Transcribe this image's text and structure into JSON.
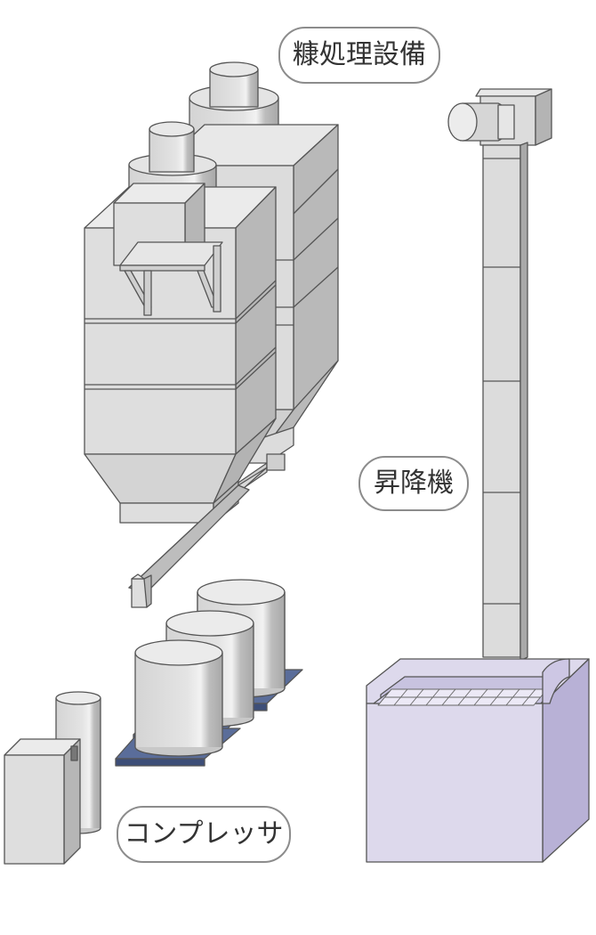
{
  "labels": {
    "bran_processing": "糠処理設備",
    "elevator": "昇降機",
    "compressor": "コンプレッサ"
  },
  "colors": {
    "equipment_fill": "#dcdcdc",
    "equipment_shade": "#b4b4b4",
    "outline": "#555555",
    "pallet": "#5a6d9a",
    "hopper_front": "#ddd9ec",
    "hopper_side": "#b8b1d6"
  }
}
